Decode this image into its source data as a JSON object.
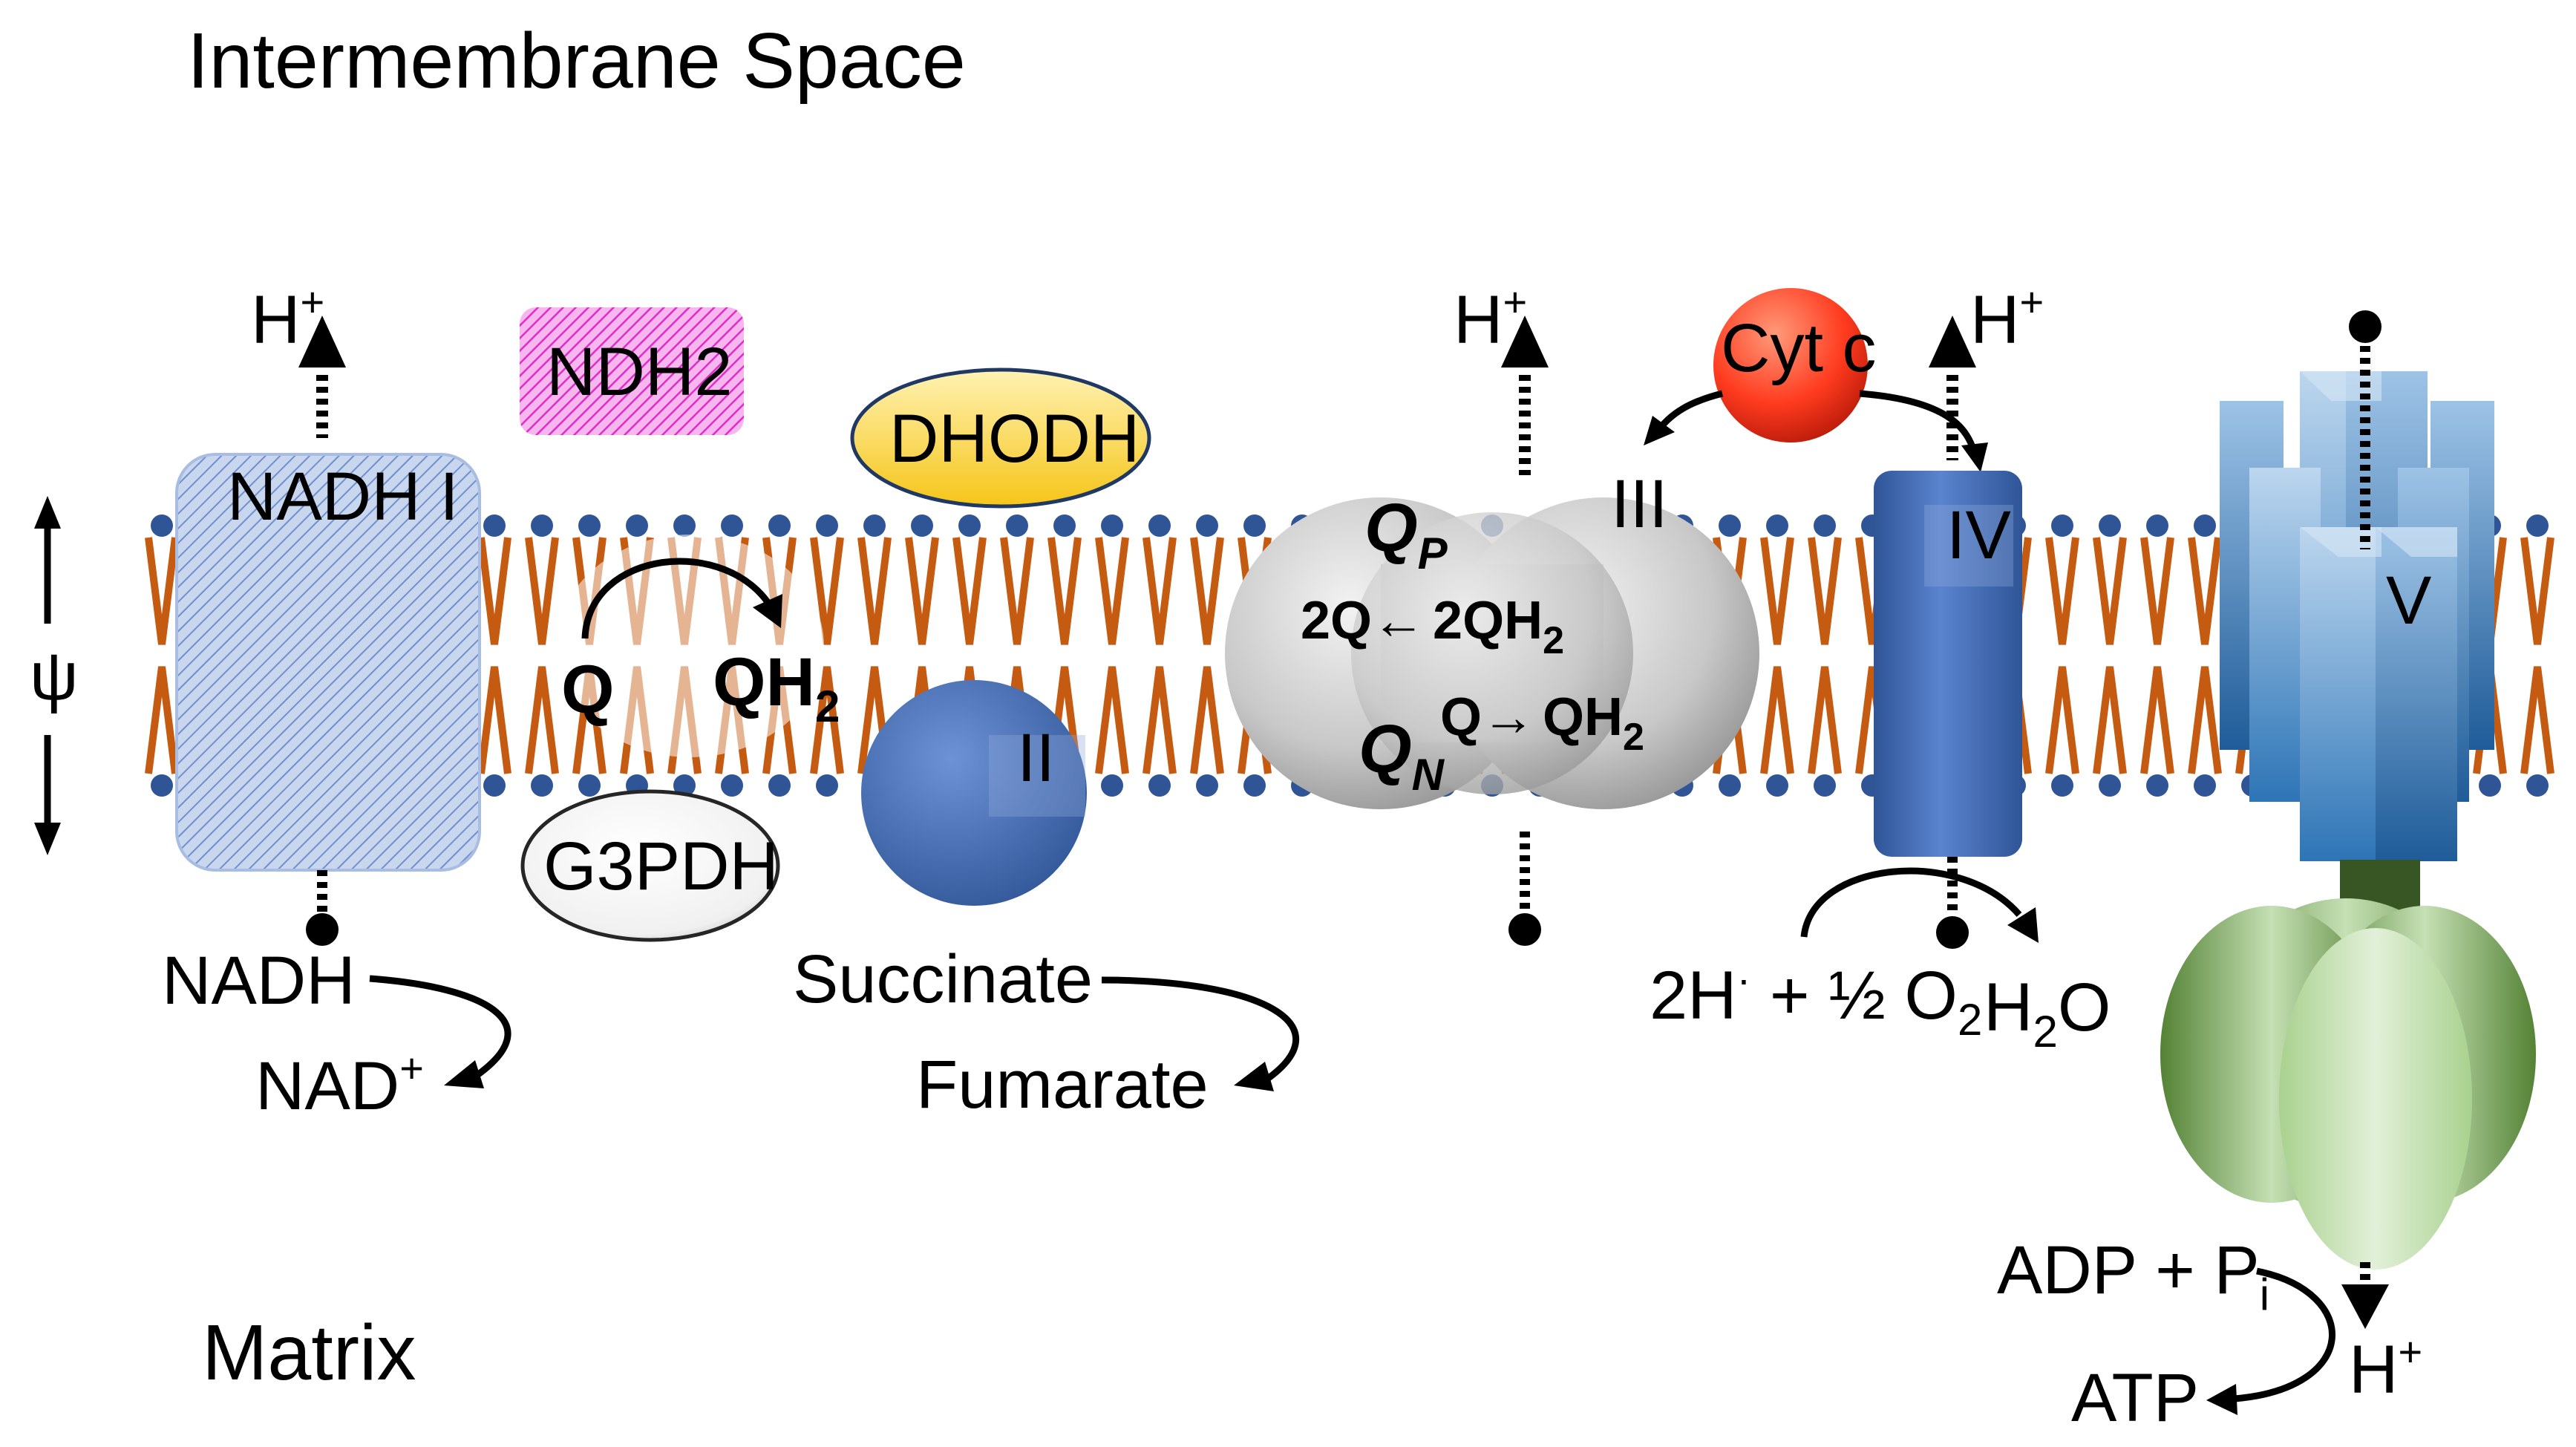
{
  "regions": {
    "top": "Intermembrane Space",
    "bottom": "Matrix"
  },
  "membrane_potential_symbol": "ψ",
  "complexes": {
    "c1": "NADH I",
    "ndh2": "NDH2",
    "dhodh": "DHODH",
    "g3pdh": "G3PDH",
    "c2": "II",
    "c3": "III",
    "c4": "IV",
    "c5": "V",
    "cytc": "Cyt c"
  },
  "quinone": {
    "q": "Q",
    "qh": "QH",
    "qh_sub": "2"
  },
  "complex3": {
    "qp": "Q",
    "qp_sub": "P",
    "qn": "Q",
    "qn_sub": "N",
    "line1_left": "2Q",
    "arrow_left": "←",
    "line1_right": "2QH",
    "line1_sub": "2",
    "line2_left": "Q",
    "arrow_right": "→",
    "line2_right": "QH",
    "line2_sub": "2"
  },
  "protons": {
    "h": "H",
    "plus": "+"
  },
  "reactions": {
    "nadh": "NADH",
    "nad": "NAD",
    "nad_sup": "+",
    "succinate": "Succinate",
    "fumarate": "Fumarate",
    "o2_left": "2H",
    "o2_left_sup": "·",
    "o2_mid": " + ½ O",
    "o2_sub": "2",
    "h2o_h": "H",
    "h2o_sub": "2",
    "h2o_o": "O",
    "adp": "ADP + P",
    "adp_sub": "i",
    "atp": "ATP",
    "atp_h": "H",
    "atp_h_sup": "+"
  },
  "colors": {
    "lipid_head": "#2f5597",
    "lipid_tail": "#c55a11",
    "complex1": "#b4c7e7",
    "ndh2": "#e53fd0",
    "dhodh": "#ffd966",
    "complex2": "#4472c4",
    "complex3": "#bfbfbf",
    "complex4": "#4472c4",
    "cytc": "#ff3b1f",
    "atp_synthase_fo": "#5b9bd5",
    "atp_synthase_f1": "#a9d18e",
    "stalk": "#375623"
  }
}
